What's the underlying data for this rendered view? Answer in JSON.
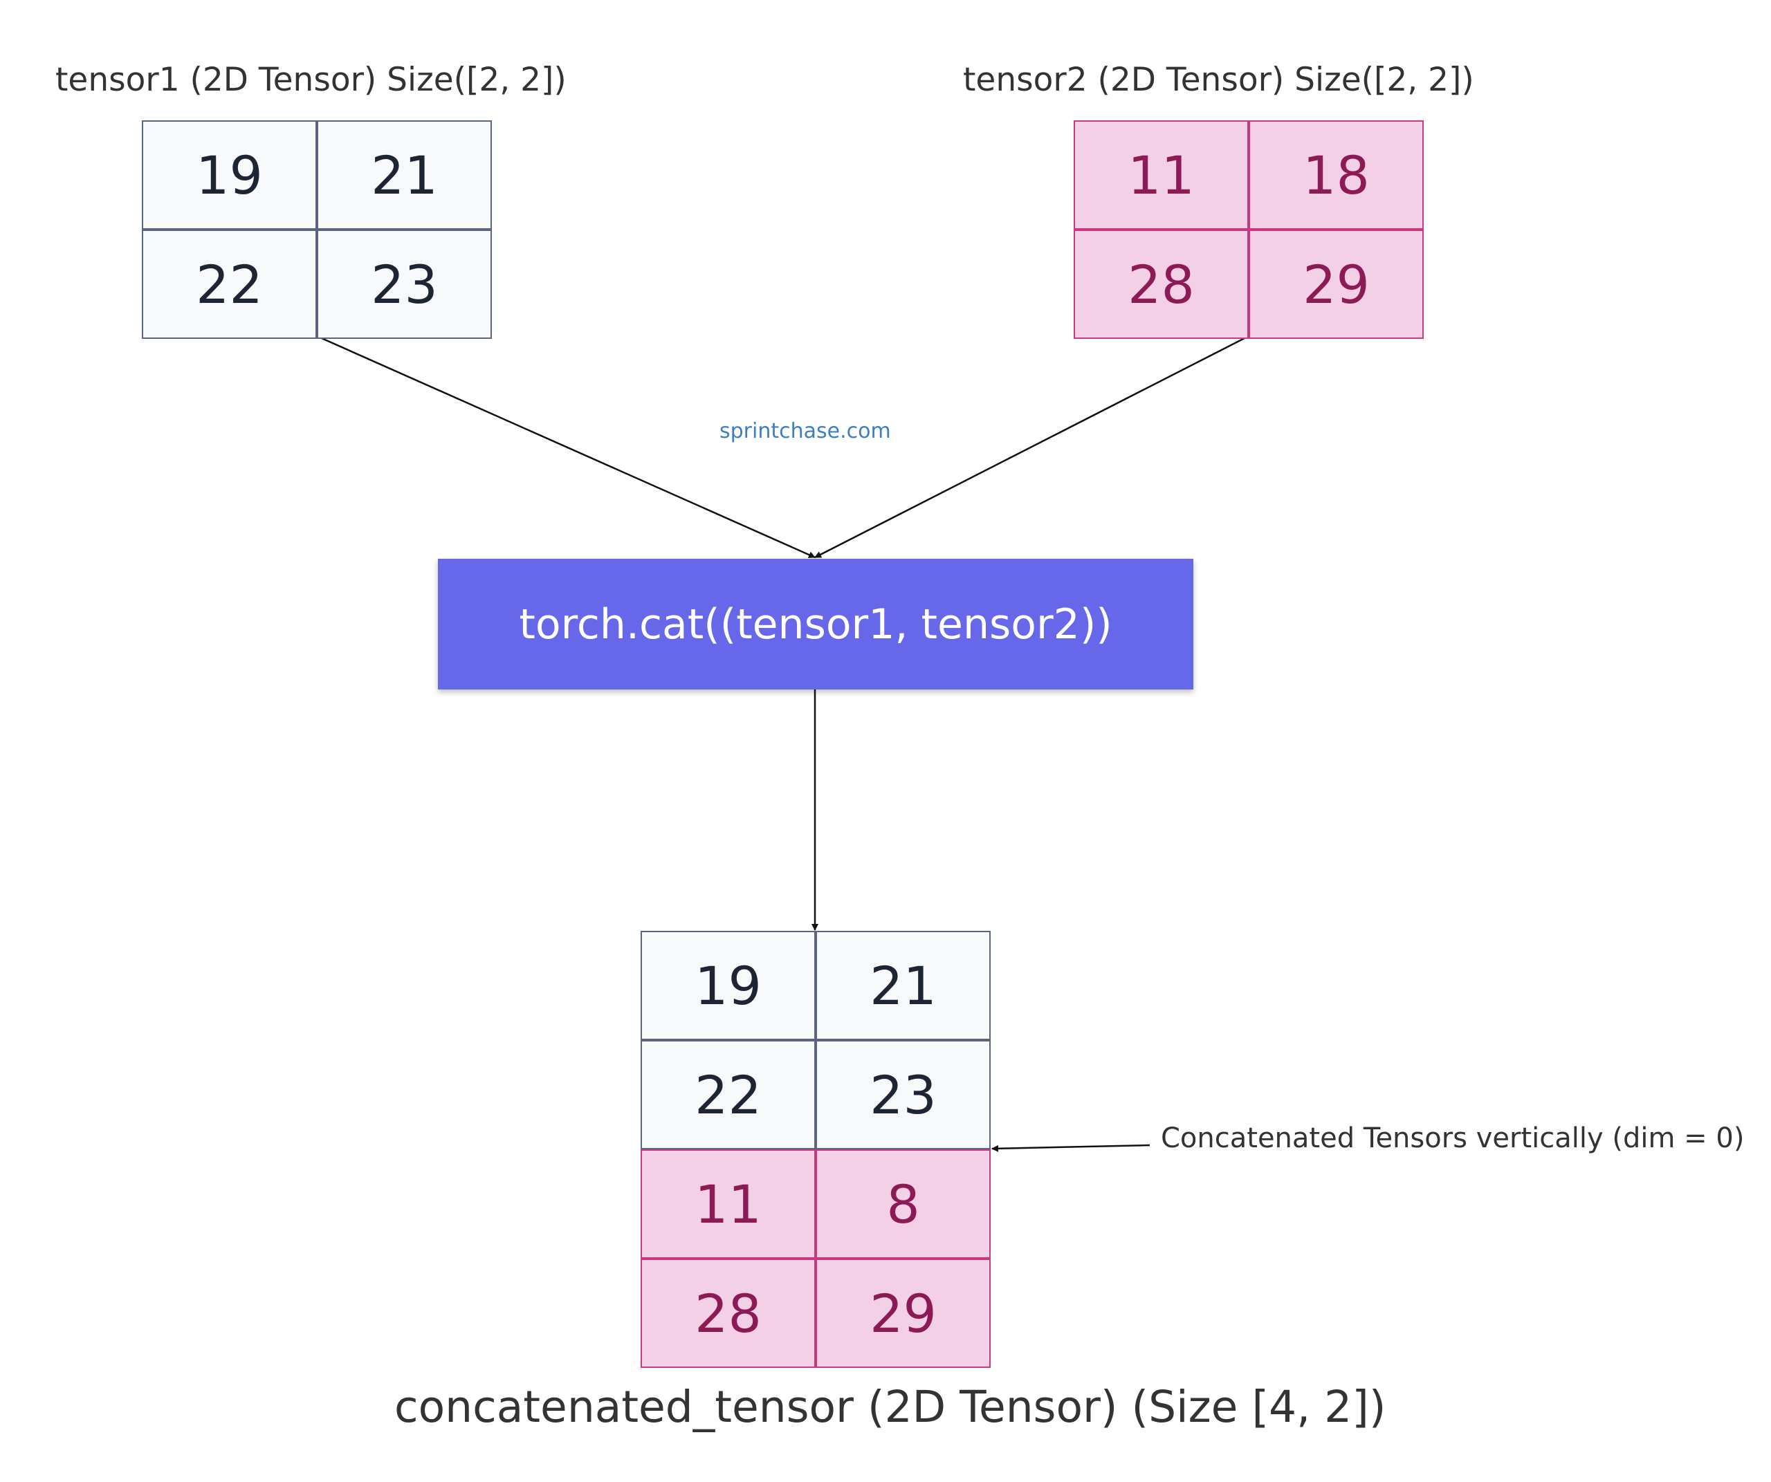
{
  "tensor1": {
    "label": "tensor1 (2D Tensor) Size([2, 2])",
    "rows": [
      [
        "19",
        "21"
      ],
      [
        "22",
        "23"
      ]
    ]
  },
  "tensor2": {
    "label": "tensor2 (2D Tensor) Size([2, 2])",
    "rows": [
      [
        "11",
        "18"
      ],
      [
        "28",
        "29"
      ]
    ]
  },
  "watermark": "sprintchase.com",
  "operation": "torch.cat((tensor1, tensor2))",
  "result": {
    "label": "concatenated_tensor (2D Tensor) (Size [4, 2])",
    "rows": [
      [
        "19",
        "21"
      ],
      [
        "22",
        "23"
      ],
      [
        "11",
        "8"
      ],
      [
        "28",
        "29"
      ]
    ],
    "annotation": "Concatenated Tensors vertically (dim = 0)"
  },
  "colors": {
    "tensor1_fill": "#f8f9fb",
    "tensor1_border": "#5b6580",
    "tensor2_fill": "#f4d0e6",
    "tensor2_border": "#c8397f",
    "operation_fill": "#6767ea"
  }
}
